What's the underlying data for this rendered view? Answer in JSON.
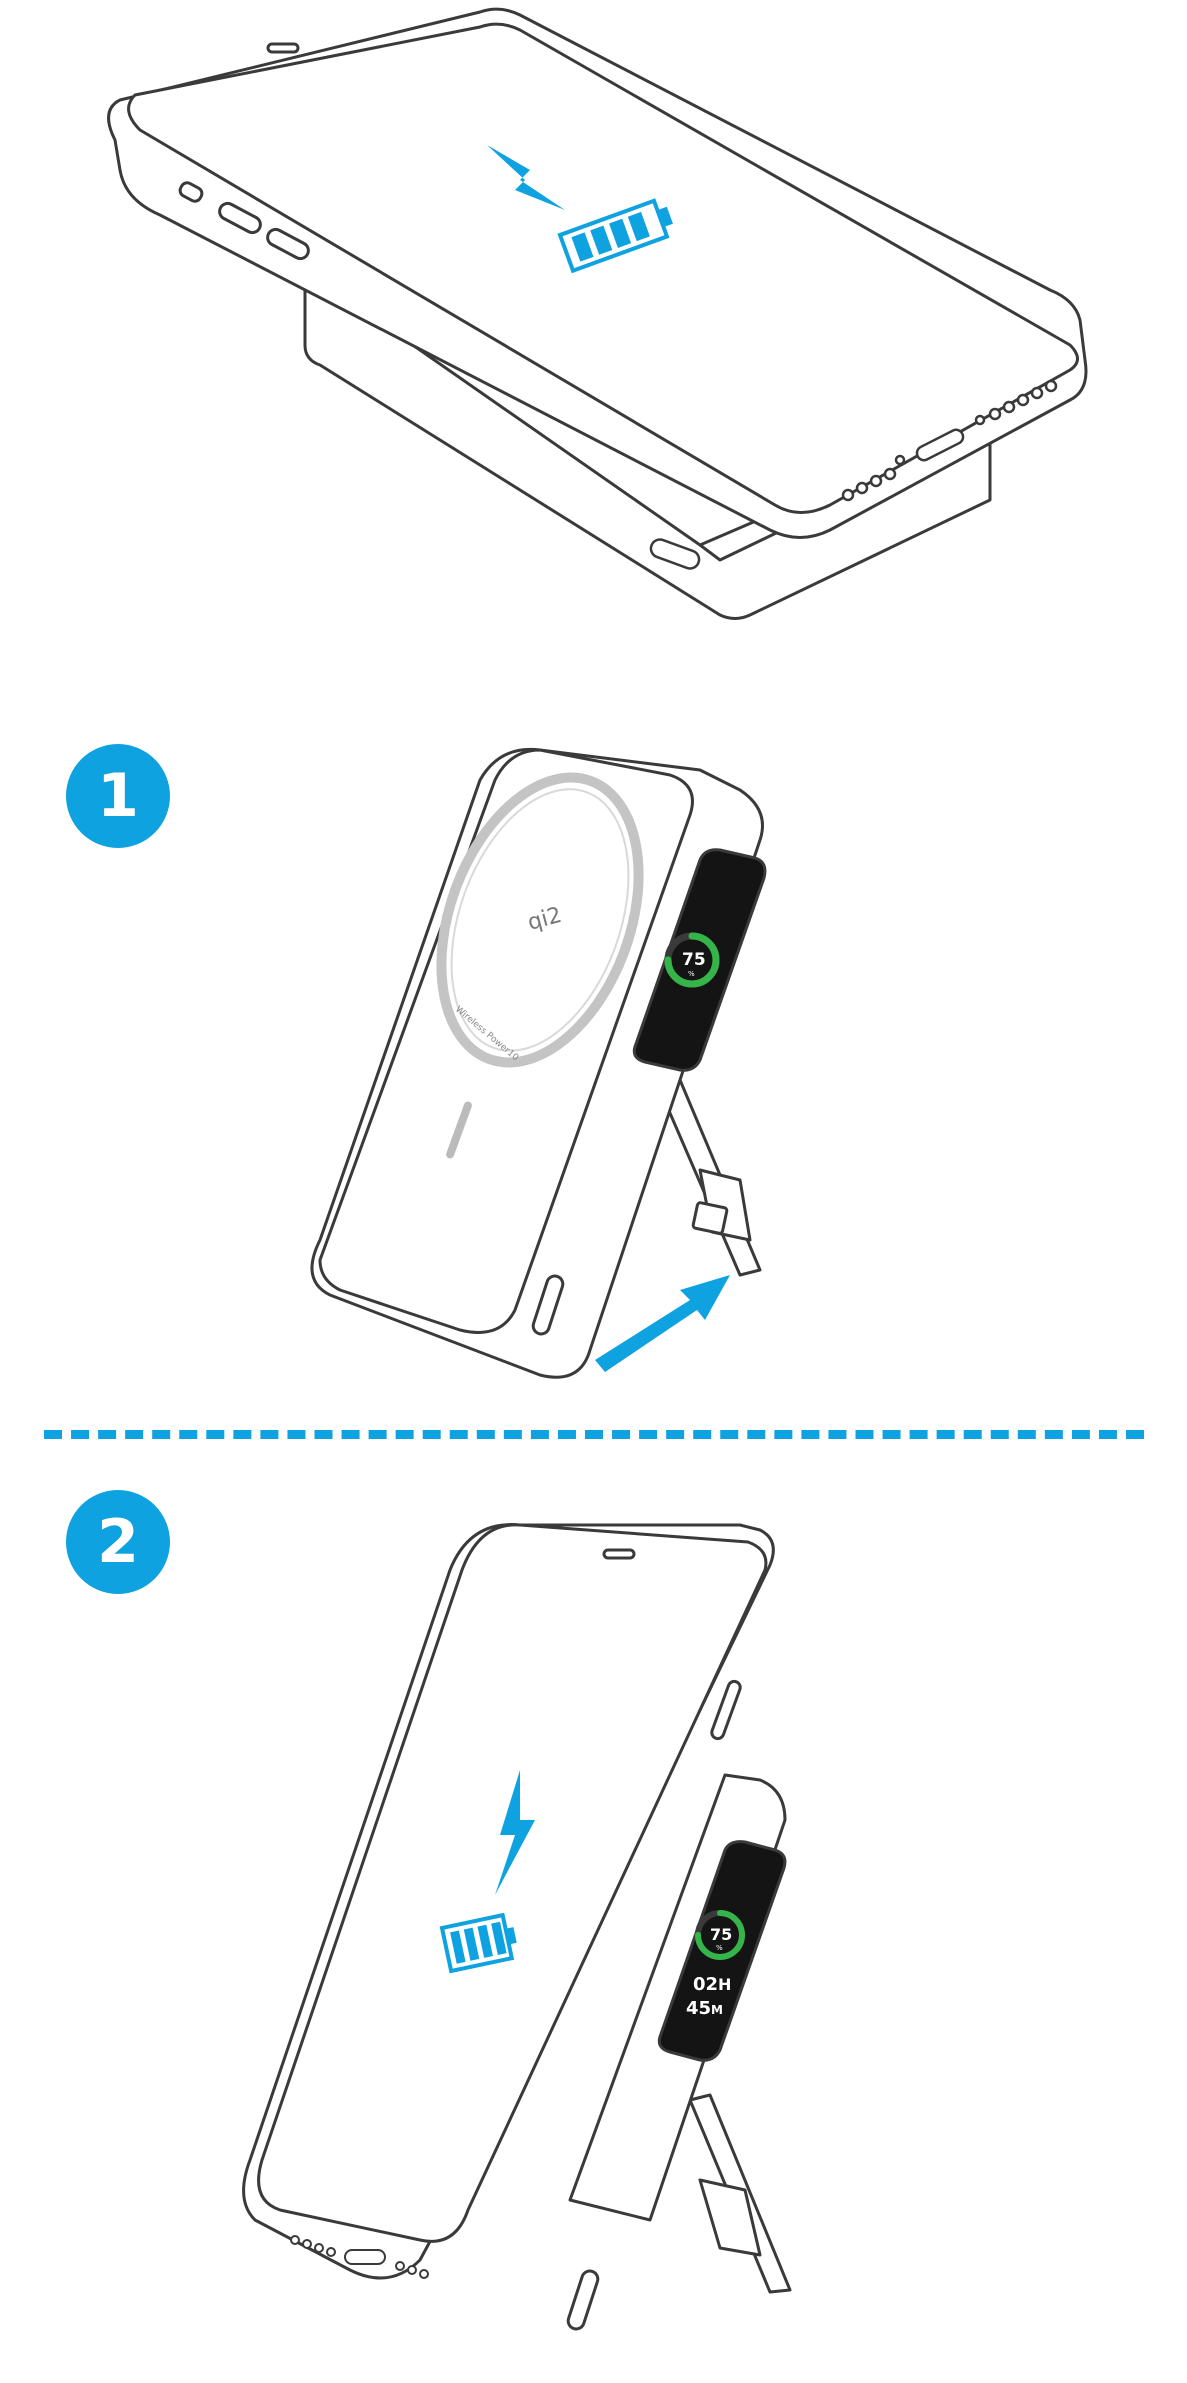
{
  "steps": [
    {
      "number": "1"
    },
    {
      "number": "2"
    }
  ],
  "display": {
    "percent": "75",
    "percent_unit": "%",
    "hours": "02",
    "hours_unit": "H",
    "minutes": "45",
    "minutes_unit": "M",
    "charge_level": 0.75
  },
  "qi_logo": "qi2",
  "ring_text": "Wireless Power10",
  "colors": {
    "accent": "#0ea2e0",
    "ring_green": "#35b44a",
    "line": "#3a3a3a"
  },
  "icons": [
    "lightning-bolt-icon",
    "battery-full-icon",
    "arrow-icon",
    "usb-c-port-icon"
  ]
}
